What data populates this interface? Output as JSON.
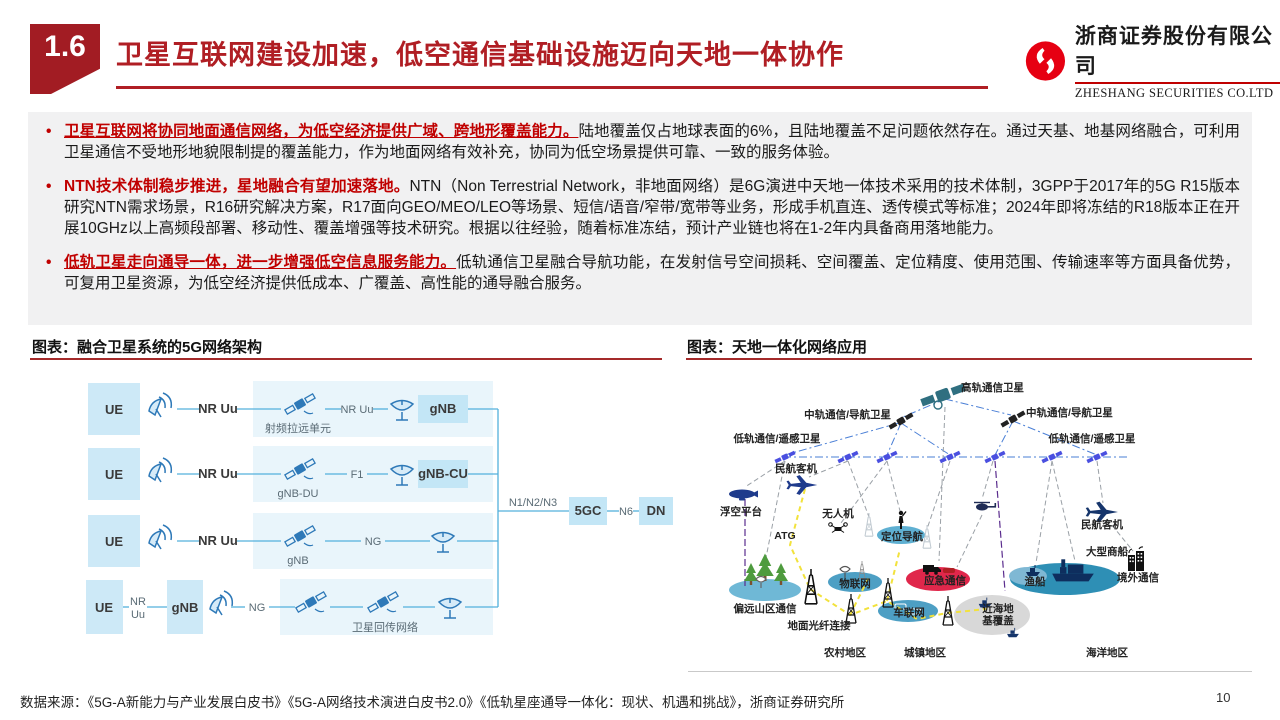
{
  "ui": {
    "bullet_char": "•"
  },
  "colors": {
    "accent_red": "#B01E24",
    "logo_red": "#E60012",
    "panel_gray": "#F1F1F2",
    "diagram_blue": "#2E79B8"
  },
  "header": {
    "section_no": "1.6",
    "title": "卫星互联网建设加速，低空通信基础设施迈向天地一体协作",
    "company_cn": "浙商证券股份有限公司",
    "company_en": "ZHESHANG SECURITIES CO.LTD"
  },
  "bullets": [
    {
      "lead": "卫星互联网将协同地面通信网络，为低空经济提供广域、跨地形覆盖能力。",
      "body": "陆地覆盖仅占地球表面的6%，且陆地覆盖不足问题依然存在。通过天基、地基网络融合，可利用卫星通信不受地形地貌限制提的覆盖能力，作为地面网络有效补充，协同为低空场景提供可靠、一致的服务体验。"
    },
    {
      "lead": "NTN技术体制稳步推进，星地融合有望加速落地。",
      "body": "NTN（Non Terrestrial Network，非地面网络）是6G演进中天地一体技术采用的技术体制，3GPP于2017年的5G R15版本研究NTN需求场景，R16研究解决方案，R17面向GEO/MEO/LEO等场景、短信/语音/窄带/宽带等业务，形成手机直连、透传模式等标准；2024年即将冻结的R18版本正在开展10GHz以上高频段部署、移动性、覆盖增强等技术研究。根据以往经验，随着标准冻结，预计产业链也将在1-2年内具备商用落地能力。"
    },
    {
      "lead": "低轨卫星走向通导一体，进一步增强低空信息服务能力。",
      "body": "低轨通信卫星融合导航功能，在发射信号空间损耗、空间覆盖、定位精度、使用范围、传输速率等方面具备优势，可复用卫星资源，为低空经济提供低成本、广覆盖、高性能的通导融合服务。"
    }
  ],
  "figures": {
    "left_title": "图表：融合卫星系统的5G网络架构",
    "right_title": "图表：天地一体化网络应用"
  },
  "diagram_5g": {
    "row1": {
      "ue": "UE",
      "link1": "NR Uu",
      "sat": "射频拉远单元",
      "link2": "NR Uu",
      "node": "gNB"
    },
    "row2": {
      "ue": "UE",
      "link1": "NR Uu",
      "sat": "gNB-DU",
      "link2": "F1",
      "node": "gNB-CU"
    },
    "row3": {
      "ue": "UE",
      "link1": "NR Uu",
      "sat": "gNB",
      "link2": "NG"
    },
    "row4": {
      "ue": "UE",
      "link1a": "NR",
      "link1b": "Uu",
      "gnb": "gNB",
      "link2": "NG",
      "sat": "卫星回传网络"
    },
    "core": {
      "n_label": "N1/N2/N3",
      "core": "5GC",
      "n6": "N6",
      "dn": "DN"
    }
  },
  "diagram_network": {
    "geo": "高轨通信卫星",
    "meo_left": "中轨通信/导航卫星",
    "meo_right": "中轨通信/导航卫星",
    "leo_left": "低轨通信/遥感卫星",
    "leo_right": "低轨通信/遥感卫星",
    "airship": "浮空平台",
    "plane_left": "民航客机",
    "atg": "ATG",
    "drone": "无人机",
    "positioning": "定位导航",
    "iot": "物联网",
    "emergency": "应急通信",
    "vehicle_net": "车联网",
    "nearshore_line1": "近海地",
    "nearshore_line2": "基覆盖",
    "mountain": "偏远山区通信",
    "fiber": "地面光纤连接",
    "rural": "农村地区",
    "town": "城镇地区",
    "ocean_area": "海洋地区",
    "plane_right": "民航客机",
    "cargo_ship": "大型商船",
    "fishing_boat": "渔船",
    "overseas": "境外通信"
  },
  "footer": {
    "source": "数据来源：《5G-A新能力与产业发展白皮书》《5G-A网络技术演进白皮书2.0》《低轨星座通导一体化：现状、机遇和挑战》，浙商证券研究所",
    "page": "10"
  }
}
